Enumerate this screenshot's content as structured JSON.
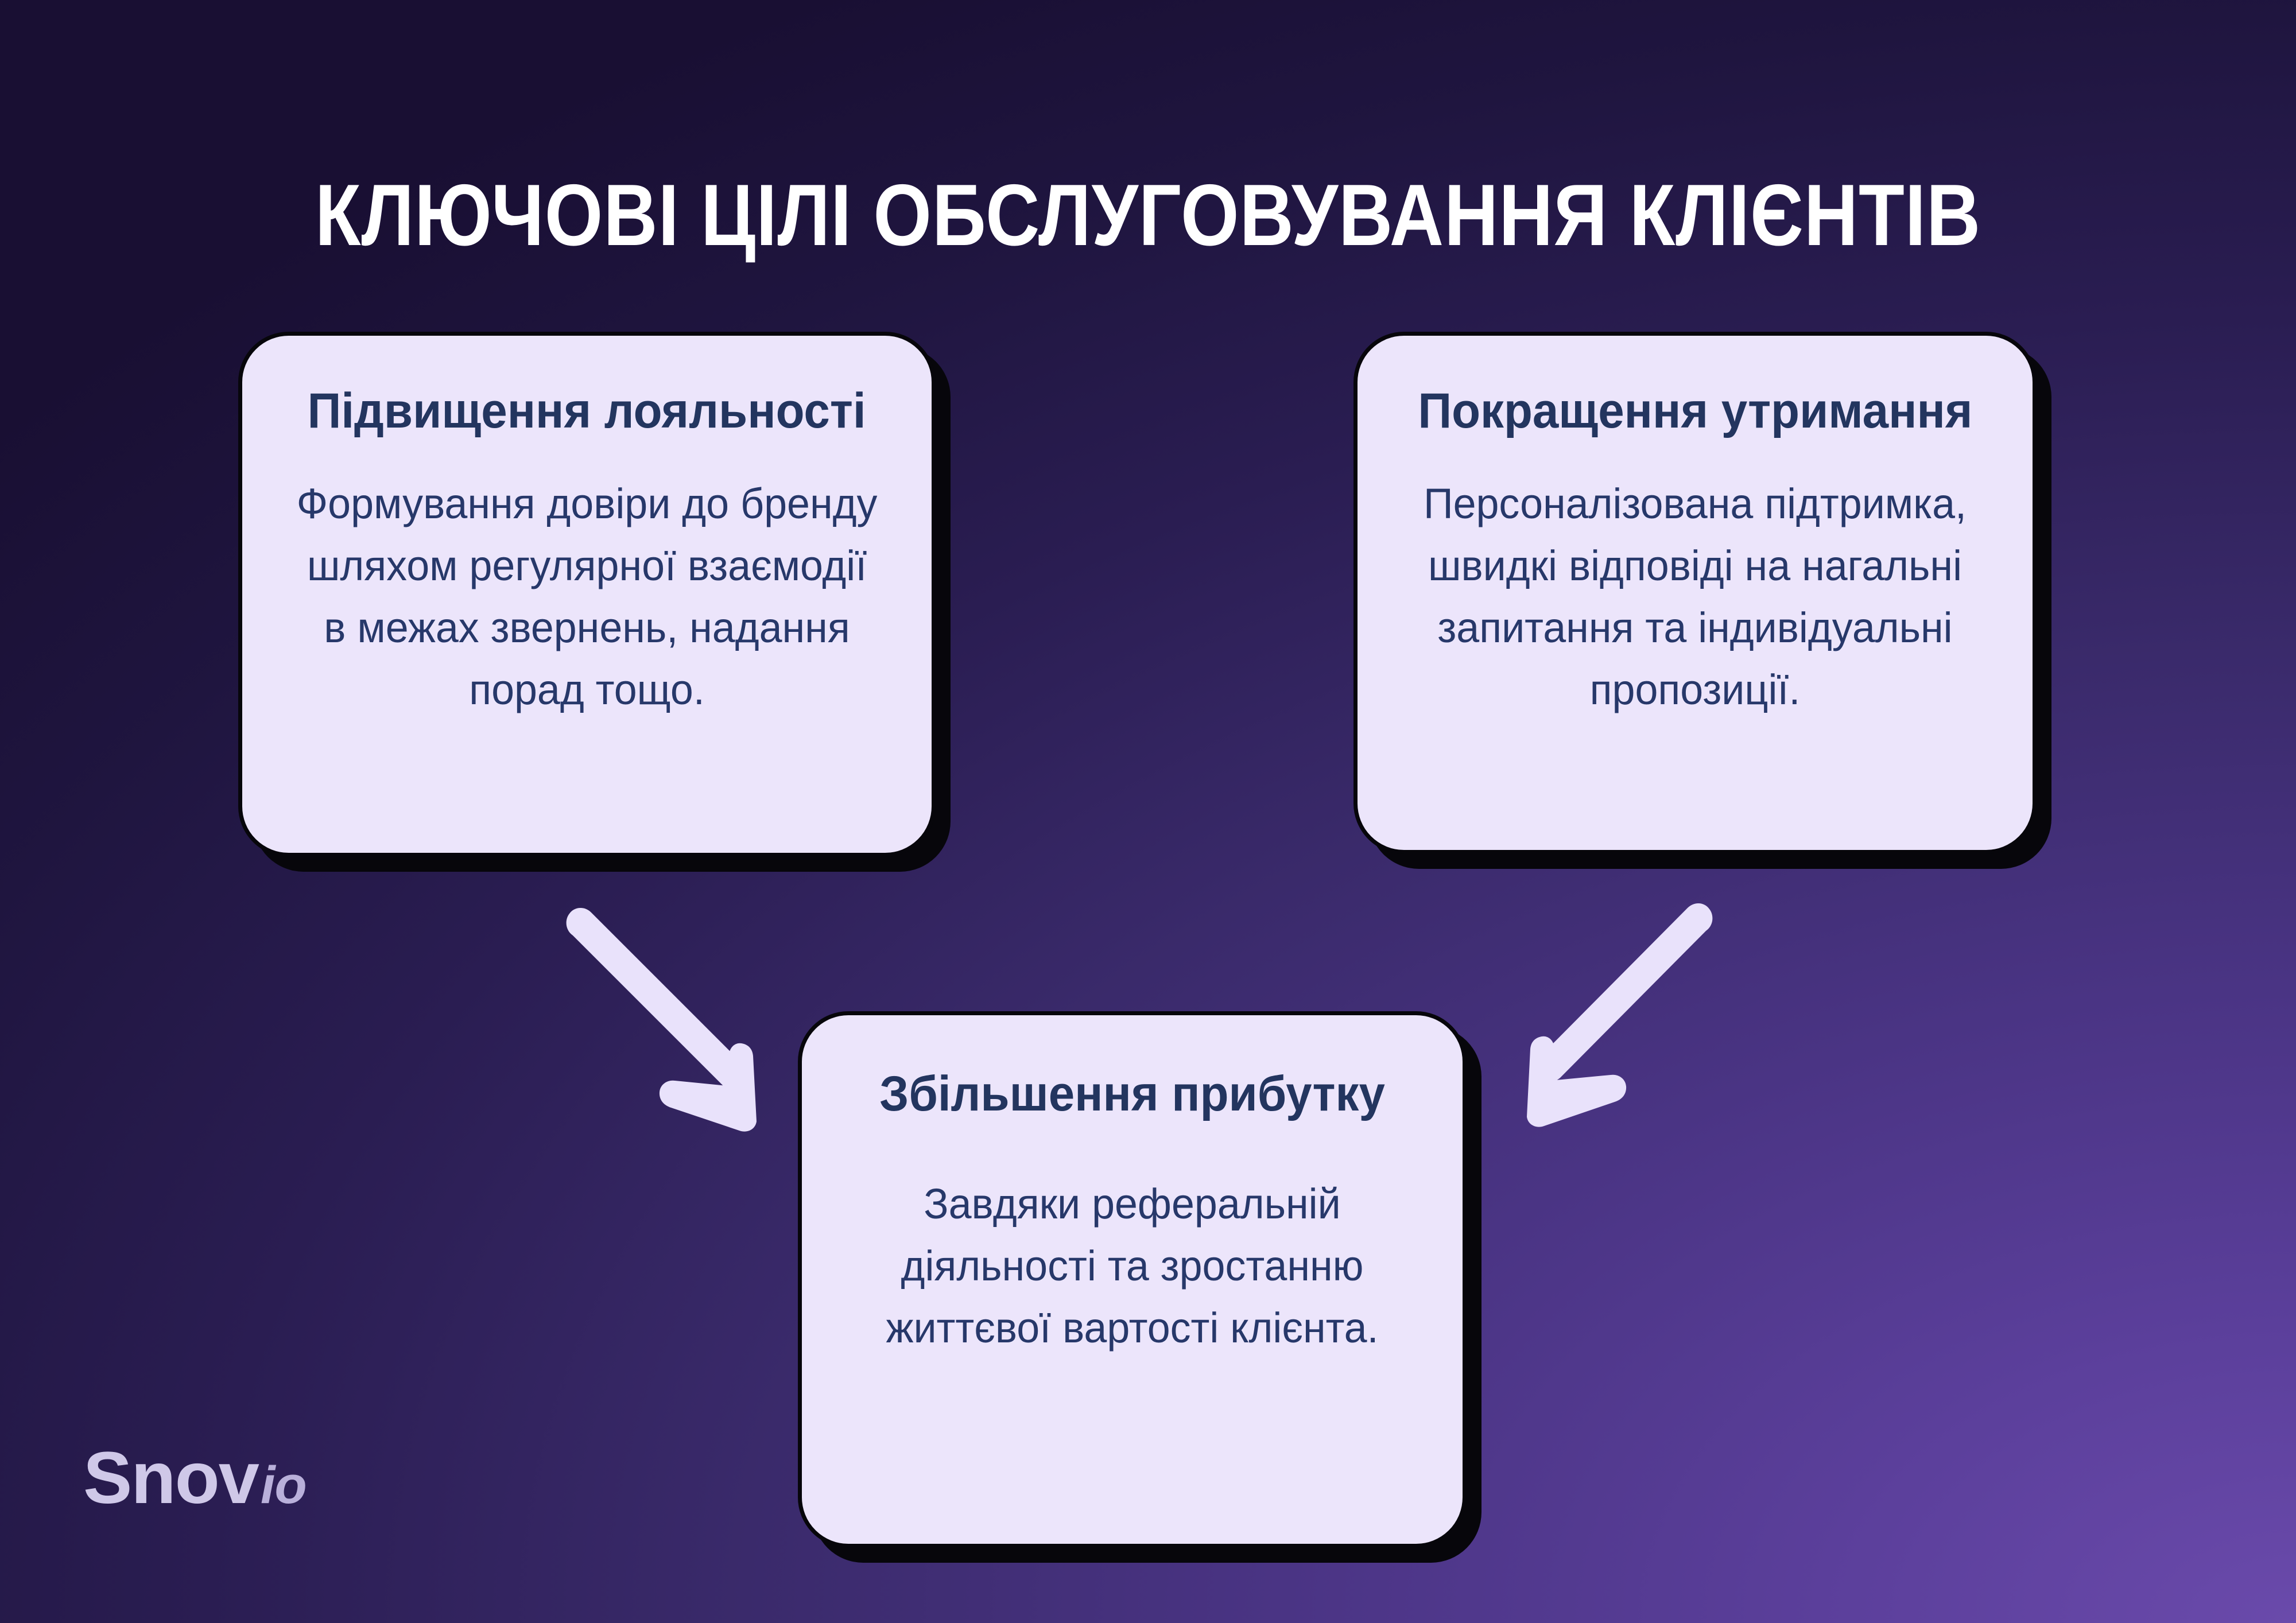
{
  "page": {
    "title": "КЛЮЧОВІ ЦІЛІ ОБСЛУГОВУВАННЯ КЛІЄНТІВ",
    "background_gradient_from": "#190f33",
    "background_gradient_to": "#6a4aab"
  },
  "cards": [
    {
      "id": "loyalty",
      "title": "Підвищення лояльності",
      "body": "Формування довіри до бренду шляхом регулярної взаємодії в межах звернень, надання порад тощо.",
      "fill_color": "#ece5fb",
      "text_color": "#23355f",
      "outline_color": "#07060b"
    },
    {
      "id": "retention",
      "title": "Покращення утримання",
      "body": "Персоналізована підтримка, швидкі відповіді на нагальні запитання та індивідуальні пропозиції.",
      "fill_color": "#ece5fb",
      "text_color": "#23355f",
      "outline_color": "#07060b"
    },
    {
      "id": "profit",
      "title": "Збільшення прибутку",
      "body": "Завдяки реферальній діяльності та зростанню життєвої вартості клієнта.",
      "fill_color": "#ece5fb",
      "text_color": "#23355f",
      "outline_color": "#07060b"
    }
  ],
  "arrows": [
    {
      "id": "left",
      "icon": "arrow-down-right-icon",
      "from_card": "loyalty",
      "to_card": "profit",
      "color": "#e9e2fb"
    },
    {
      "id": "right",
      "icon": "arrow-down-left-icon",
      "from_card": "retention",
      "to_card": "profit",
      "color": "#e9e2fb"
    }
  ],
  "brand": {
    "name": "Snov",
    "tld": "io",
    "color": "#cfc8e8"
  }
}
